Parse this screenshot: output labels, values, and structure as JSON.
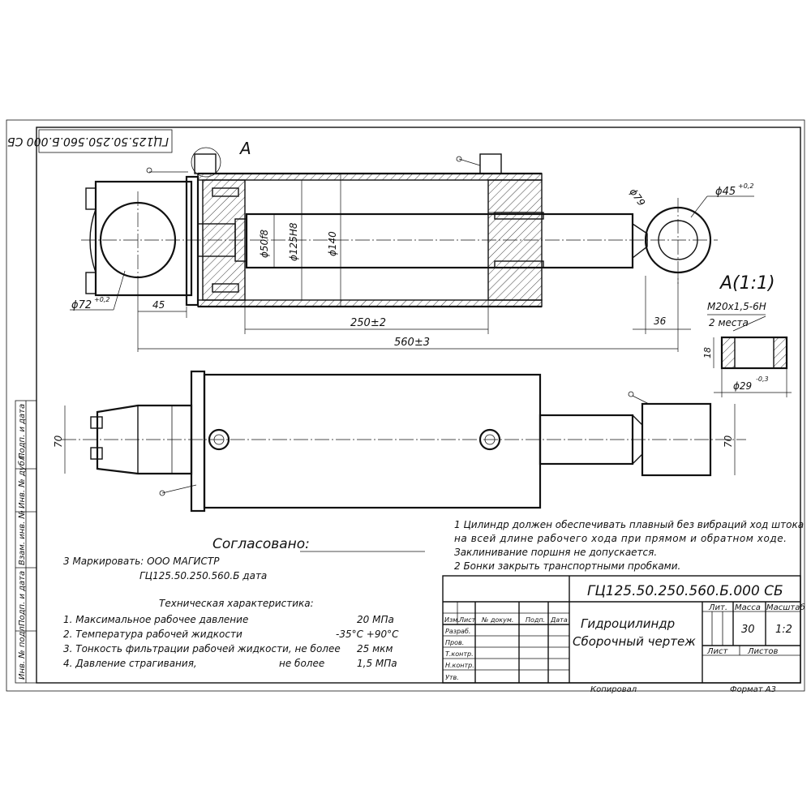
{
  "drawing": {
    "code": "ГЦ125.50.250.560.Б.000 СБ",
    "rotated_code": "ГЦ125.50.250.560.Б.000 СБ",
    "section_label": "А",
    "detail_title": "А(1:1)",
    "dimensions": {
      "d_rod": "ϕ50f8",
      "d_bore": "ϕ125H8",
      "d_tube": "ϕ140",
      "d_eye_outer": "ϕ79",
      "d_eye_hole": "ϕ45",
      "d_eye_hole_tol": "+0,2",
      "d_clevis": "ϕ72",
      "d_clevis_tol": "+0,2",
      "len_45": "45",
      "stroke": "250±2",
      "total": "560±3",
      "len_36": "36",
      "height_left": "70",
      "height_right": "70",
      "thread": "M20x1,5-6H",
      "places": "2 места",
      "boss_h": "18",
      "boss_d": "ϕ29",
      "boss_d_tol": "-0,3"
    },
    "approved": "Согласовано:",
    "marking": {
      "line1": "3 Маркировать: ООО МАГИСТР",
      "line2": "ГЦ125.50.250.560.Б    дата"
    },
    "notes": [
      "1 Цилиндр должен обеспечивать плавный без вибраций ход штока",
      "на всей длине рабочего хода при прямом и обратном ходе.",
      "Заклинивание поршня не допускается.",
      "2 Бонки закрыть транспортными пробками."
    ],
    "specs": {
      "title": "Техническая характеристика:",
      "rows": [
        {
          "label": "1. Максимальное рабочее давление",
          "value": "20 МПа"
        },
        {
          "label": "2. Температура рабочей жидкости",
          "value": "-35°C +90°C"
        },
        {
          "label": "3. Тонкость фильтрации рабочей жидкости, не более",
          "value": "25 мкм"
        },
        {
          "label": "4. Давление страгивания,",
          "extra": "не более",
          "value": "1,5 МПа"
        }
      ]
    },
    "side_strip": [
      "Подп. и дата",
      "Инв. № дубл.",
      "Взам. инв. №",
      "Подп. и дата",
      "Инв. № подл."
    ],
    "title_block": {
      "name_line1": "Гидроцилиндр",
      "name_line2": "Сборочный чертеж",
      "headers": {
        "izm": "Изм.",
        "list": "Лист",
        "doc": "№ докум.",
        "sign": "Подп.",
        "date": "Дата"
      },
      "roles": [
        "Разраб.",
        "Пров.",
        "Т.контр.",
        "Н.контр.",
        "Утв."
      ],
      "lit_label": "Лит.",
      "mass_label": "Масса",
      "scale_label": "Масштаб",
      "mass_value": "30",
      "scale_value": "1:2",
      "sheet_label": "Лист",
      "sheets_label": "Листов"
    },
    "footer": {
      "copied": "Копировал",
      "format": "Формат   А3"
    }
  }
}
